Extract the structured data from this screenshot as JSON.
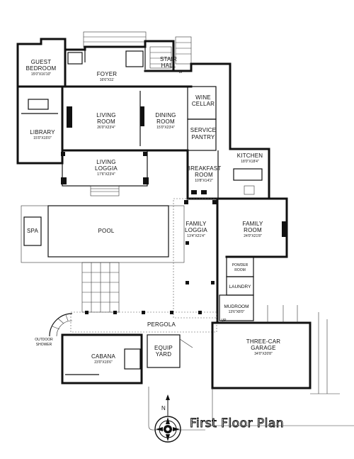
{
  "plan": {
    "title": "First Floor Plan",
    "north": "N",
    "rooms": [
      {
        "name": "GUEST",
        "name2": "BEDROOM",
        "dims": "15'0\"X16'10\""
      },
      {
        "name": "FOYER",
        "dims": "16'6\"X11'"
      },
      {
        "name": "STAIR",
        "name2": "HALL"
      },
      {
        "name": "WINE",
        "name2": "CELLAR"
      },
      {
        "name": "LIVING",
        "name2": "ROOM",
        "dims": "26'0\"X23'4\""
      },
      {
        "name": "DINING",
        "name2": "ROOM",
        "dims": "15'0\"X23'4\""
      },
      {
        "name": "SERVICE",
        "name2": "PANTRY"
      },
      {
        "name": "LIBRARY",
        "dims": "15'0\"X15'0\""
      },
      {
        "name": "KITCHEN",
        "dims": "18'0\"X18'4\""
      },
      {
        "name": "LIVING",
        "name2": "LOGGIA",
        "dims": "17'6\"X23'4\""
      },
      {
        "name": "BREAKFAST",
        "name2": "ROOM",
        "dims": "10'8\"X14'2\""
      },
      {
        "name": "SPA"
      },
      {
        "name": "POOL"
      },
      {
        "name": "FAMILY",
        "name2": "LOGGIA",
        "dims": "13'4\"X21'4\""
      },
      {
        "name": "FAMILY",
        "name2": "ROOM",
        "dims": "24'0\"X21'8\""
      },
      {
        "name": "POWDER",
        "name2": "ROOM"
      },
      {
        "name": "LAUNDRY"
      },
      {
        "name": "MUDROOM",
        "dims": "13'6\"X8'0\""
      },
      {
        "name": "PERGOLA"
      },
      {
        "name": "OUTDOOR",
        "name2": "SHOWER"
      },
      {
        "name": "CABANA",
        "dims": "23'0\"X15'6\""
      },
      {
        "name": "EQUIP",
        "name2": "YARD"
      },
      {
        "name": "THREE-CAR",
        "name2": "GARAGE",
        "dims": "34'0\"X20'8\""
      }
    ],
    "markers": [
      "UP",
      "UP"
    ]
  }
}
